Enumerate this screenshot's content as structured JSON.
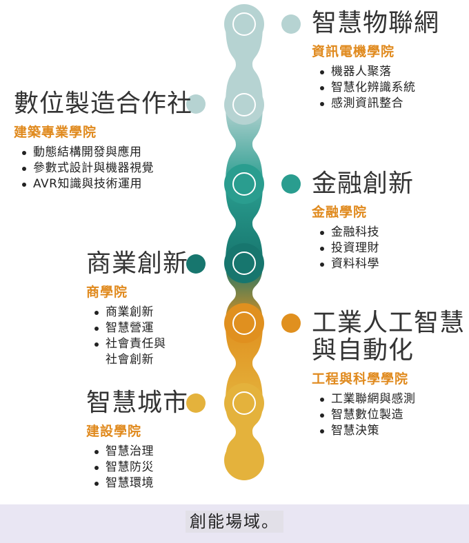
{
  "colors": {
    "light": "#b6d3d2",
    "mid": "#2a9d8f",
    "dark": "#17766e",
    "orange": "#e0901f",
    "gold": "#e4b23c",
    "subtitle": "#e08a1e",
    "footer_bg": "#e9e6f3"
  },
  "sections": [
    {
      "title": "智慧物聯網",
      "college": "資訊電機學院",
      "items": [
        "機器人聚落",
        "智慧化辨識系統",
        "感測資訊整合"
      ]
    },
    {
      "title": "數位製造合作社",
      "college": "建築專業學院",
      "items": [
        "動態結構開發與應用",
        "參數式設計與機器視覺",
        "AVR知識與技術運用"
      ]
    },
    {
      "title": "金融創新",
      "college": "金融學院",
      "items": [
        "金融科技",
        "投資理財",
        "資料科學"
      ]
    },
    {
      "title": "商業創新",
      "college": "商學院",
      "items": [
        "商業創新",
        "智慧營運",
        "社會責任與",
        "社會創新"
      ]
    },
    {
      "title_lines": [
        "工業人工智慧",
        "與自動化"
      ],
      "college": "工程與科學學院",
      "items": [
        "工業聯網與感測",
        "智慧數位製造",
        "智慧決策"
      ]
    },
    {
      "title": "智慧城市",
      "college": "建設學院",
      "items": [
        "智慧治理",
        "智慧防災",
        "智慧環境"
      ]
    }
  ],
  "footer": {
    "label": "創能場域。"
  }
}
